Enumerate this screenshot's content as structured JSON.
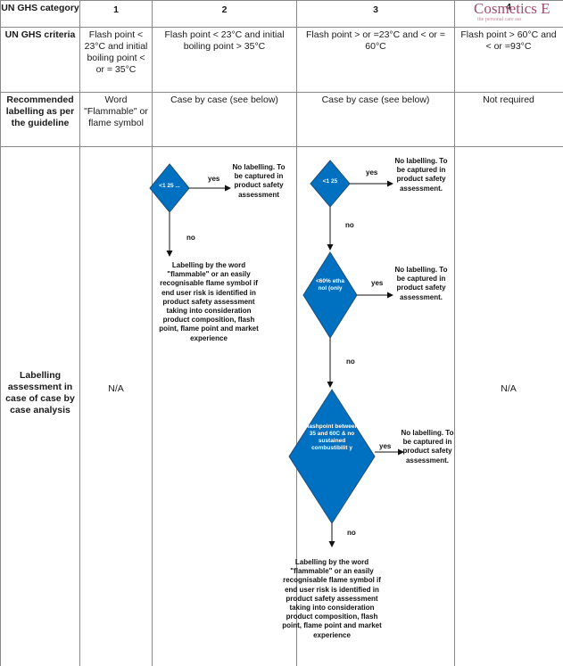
{
  "table": {
    "header": {
      "category_label": "UN GHS category",
      "cat1": "1",
      "cat2": "2",
      "cat3": "3",
      "cat4": "4"
    },
    "logo": {
      "main": "Cosmetics E",
      "sub": "the personal care ass"
    },
    "criteria": {
      "label": "UN GHS criteria",
      "cat1": "Flash point < 23°C and initial boiling point < or = 35°C",
      "cat2": "Flash point < 23°C and initial boiling point > 35°C",
      "cat3": "Flash point > or =23°C and < or = 60°C",
      "cat4": "Flash point > 60°C and < or =93°C"
    },
    "labelling": {
      "label": "Recommended labelling as per the guideline",
      "cat1": "Word \"Flammable\" or flame symbol",
      "cat2": "Case by case (see below)",
      "cat3": "Case by case (see below)",
      "cat4": "Not required"
    },
    "assessment": {
      "label": "Labelling assessment in case of case by case analysis",
      "cat1": "N/A",
      "cat4": "N/A"
    }
  },
  "flow2": {
    "diamond": "<1 25 ...",
    "yes": "yes",
    "no": "no",
    "yes_outcome": "No labelling. To be captured in product safety assessment",
    "no_outcome": "Labelling by the word \"flammable\" or an easily recognisable flame symbol if end user risk is identified in product safety assessment taking into consideration product composition, flash point, flame point and market experience"
  },
  "flow3": {
    "d1": "<1 25",
    "d1_yes": "yes",
    "d1_no": "no",
    "d1_outcome": "No labelling. To be captured in product safety assessment.",
    "d2": "<60% etha nol (only",
    "d2_yes": "yes",
    "d2_no": "no",
    "d2_outcome": "No labelling. To be captured in product safety assessment.",
    "d3": "flashpoint between 35 and 60C & no sustained combustibilit y",
    "d3_yes": "yes",
    "d3_no": "no",
    "d3_outcome": "No labelling. To be captured in product safety assessment.",
    "final_outcome": "Labelling by the word \"flammable\" or an easily recognisable flame symbol if end user risk is identified in product safety assessment taking into consideration product composition, flash point, flame point and market experience"
  },
  "colors": {
    "diamond_fill": "#0070c0",
    "diamond_stroke": "#1f4e79",
    "grid": "#8a8a8a",
    "logo": "#a0506a"
  }
}
